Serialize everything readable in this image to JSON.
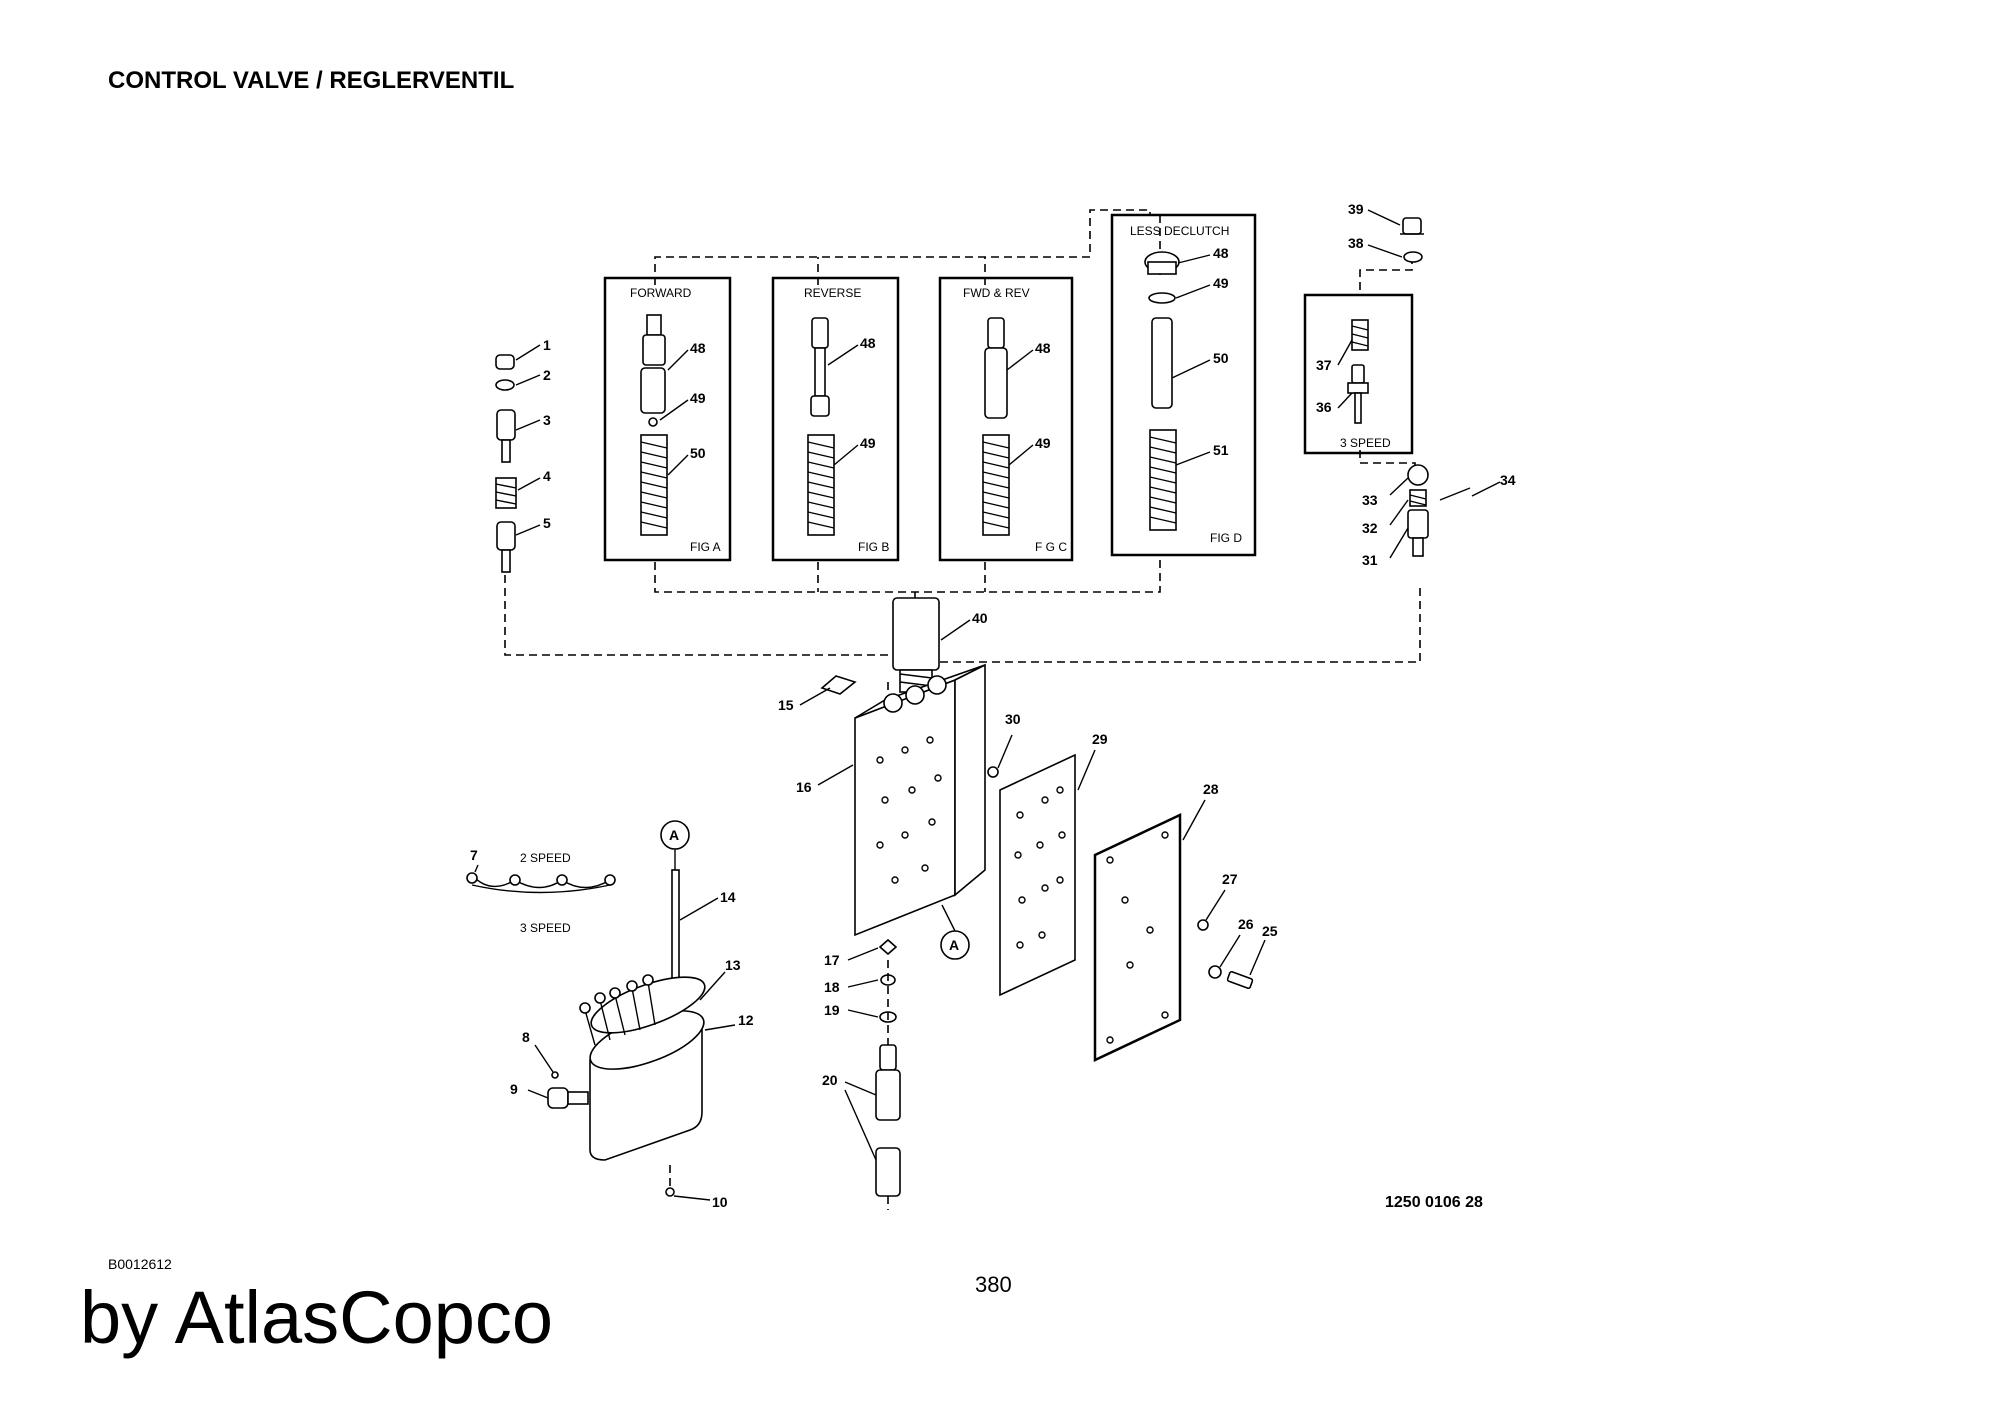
{
  "page": {
    "title": "CONTROL VALVE / REGLERVENTIL",
    "doc_code": "B0012612",
    "page_number": "380",
    "brand": "by AtlasCopco"
  },
  "diagram": {
    "drawing_number": "1250 0106 28",
    "panels": {
      "fig_a": {
        "header": "FORWARD",
        "caption": "FIG A"
      },
      "fig_b": {
        "header": "REVERSE",
        "caption": "FIG B"
      },
      "fig_c": {
        "header": "FWD & REV",
        "caption": "F G C"
      },
      "fig_d": {
        "header": "LESS DECLUTCH",
        "caption": "FIG D"
      },
      "speed3": {
        "caption": "3 SPEED"
      }
    },
    "harness": {
      "speed2": "2 SPEED",
      "speed3": "3 SPEED"
    },
    "callout": "A",
    "callouts": {
      "p1": "1",
      "p2": "2",
      "p3": "3",
      "p4": "4",
      "p5": "5",
      "p7": "7",
      "p8": "8",
      "p9": "9",
      "p10": "10",
      "p12": "12",
      "p13": "13",
      "p14": "14",
      "p15": "15",
      "p16": "16",
      "p17": "17",
      "p18": "18",
      "p19": "19",
      "p20": "20",
      "p25": "25",
      "p26": "26",
      "p27": "27",
      "p28": "28",
      "p29": "29",
      "p30": "30",
      "p31": "31",
      "p32": "32",
      "p33": "33",
      "p34": "34",
      "p36": "36",
      "p37": "37",
      "p38": "38",
      "p39": "39",
      "p40": "40",
      "a48": "48",
      "a49": "49",
      "a50": "50",
      "b48": "48",
      "b49": "49",
      "c48": "48",
      "c49": "49",
      "d48": "48",
      "d49": "49",
      "d50": "50",
      "d51": "51"
    }
  }
}
